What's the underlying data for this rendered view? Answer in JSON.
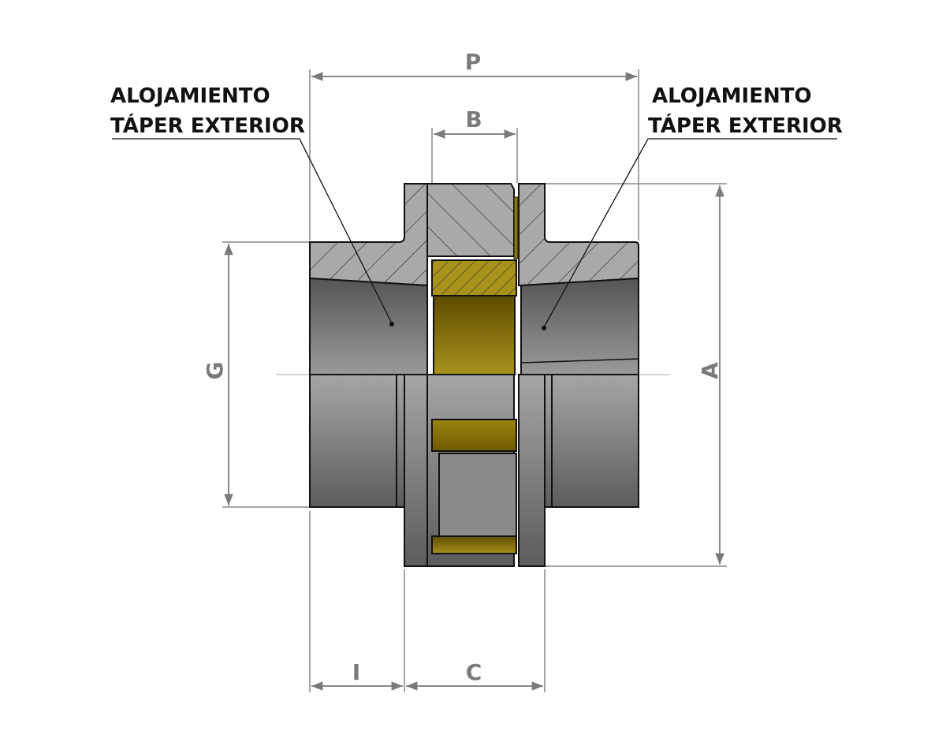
{
  "title": "Coupling cross-section with outer taper-bushing housings",
  "callouts": {
    "left": {
      "line1": "ALOJAMIENTO",
      "line2": "TÁPER EXTERIOR"
    },
    "right": {
      "line1": "ALOJAMIENTO",
      "line2": "TÁPER EXTERIOR"
    }
  },
  "dimensions": {
    "P": "P",
    "B": "B",
    "A": "A",
    "G": "G",
    "I": "I",
    "C": "C"
  },
  "colors": {
    "steel": "#a9a9a9",
    "bronze": "#a8921c",
    "dimension": "#7a7a7a"
  }
}
